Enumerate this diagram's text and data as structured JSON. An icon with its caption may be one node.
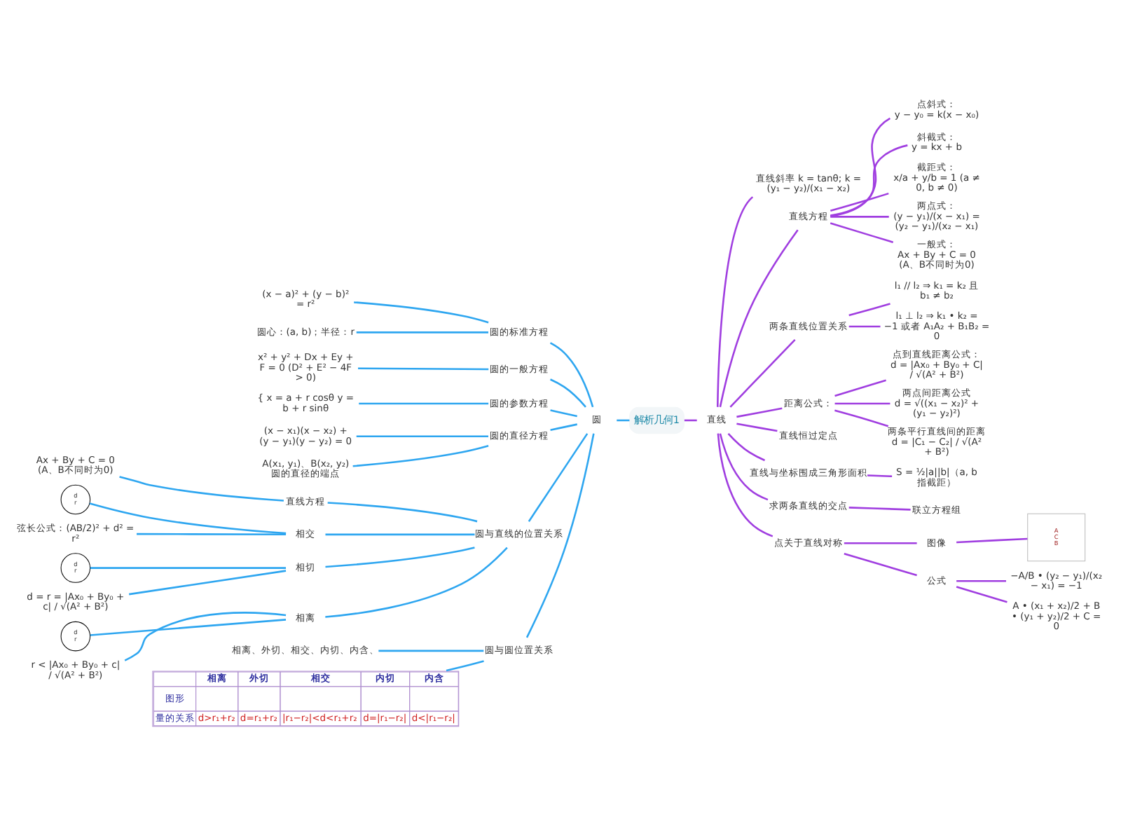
{
  "diagram": {
    "nodes": [
      {
        "text": [
          "解析几何1"
        ]
      },
      {
        "text": [
          "圆"
        ]
      },
      {
        "text": [
          "圆的标准方程"
        ]
      },
      {
        "text": [
          "(x − a)² + (y − b)² = r²"
        ]
      },
      {
        "text": [
          "圆心：(a, b)；半径：r"
        ]
      },
      {
        "text": [
          "圆的一般方程"
        ]
      },
      {
        "text": [
          "x² + y² + Dx + Ey + F = 0 (D² + E² − 4F > 0)"
        ]
      },
      {
        "text": [
          "圆的参数方程"
        ]
      },
      {
        "text": [
          "{ x = a + r cosθ y = b + r sinθ"
        ]
      },
      {
        "text": [
          "圆的直径方程"
        ]
      },
      {
        "text": [
          "(x − x₁)(x − x₂) + (y − y₁)(y − y₂) = 0"
        ]
      },
      {
        "text": [
          "A(x₁, y₁)、B(x₂, y₂)",
          "圆的直径的端点"
        ]
      },
      {
        "text": [
          "圆与直线的位置关系"
        ]
      },
      {
        "text": [
          "直线方程"
        ]
      },
      {
        "text": [
          "Ax + By + C = 0 (A、B不同时为0)"
        ]
      },
      {
        "text": [
          "相交"
        ]
      },
      {
        "text": [
          "d",
          "r"
        ]
      },
      {
        "text": [
          "弦长公式：(AB/2)² + d² = r²"
        ]
      },
      {
        "text": [
          "相切"
        ]
      },
      {
        "text": [
          "d",
          "r"
        ]
      },
      {
        "text": [
          "d = r = |Ax₀ + By₀ + c| / √(A² + B²)"
        ]
      },
      {
        "text": [
          "相离"
        ]
      },
      {
        "text": [
          "d",
          "r"
        ]
      },
      {
        "text": [
          "r < |Ax₀ + By₀ + c| / √(A² + B²)"
        ]
      },
      {
        "text": [
          "圆与圆位置关系"
        ]
      },
      {
        "text": [
          "相离、外切、相交、内切、内含、"
        ]
      },
      {
        "text": [
          "相离",
          "外切",
          "相交",
          "内切",
          "内含",
          "图形",
          "量的关系",
          "d>r₁+r₂",
          "d=r₁+r₂",
          "|r₁−r₂|<d<r₁+r₂",
          "d=|r₁−r₂|",
          "d<|r₁−r₂|"
        ]
      },
      {
        "text": [
          "直线"
        ]
      },
      {
        "text": [
          "直线斜率 k = tanθ; k = (y₁ − y₂)/(x₁ − x₂)"
        ]
      },
      {
        "text": [
          "直线方程"
        ]
      },
      {
        "text": [
          "点斜式：",
          "y − y₀ = k(x − x₀)"
        ]
      },
      {
        "text": [
          "斜截式：",
          "y = kx + b"
        ]
      },
      {
        "text": [
          "截距式：",
          "x/a + y/b = 1 (a ≠ 0, b ≠ 0)"
        ]
      },
      {
        "text": [
          "两点式：",
          "(y − y₁)/(x − x₁) = (y₂ − y₁)/(x₂ − x₁)"
        ]
      },
      {
        "text": [
          "一般式：",
          "Ax + By + C = 0 (A、B不同时为0)"
        ]
      },
      {
        "text": [
          "两条直线位置关系"
        ]
      },
      {
        "text": [
          "l₁ // l₂ ⇒ k₁ = k₂ 且 b₁ ≠ b₂"
        ]
      },
      {
        "text": [
          "l₁ ⊥ l₂ ⇒ k₁ • k₂ = −1 或者 A₁A₂ + B₁B₂ = 0"
        ]
      },
      {
        "text": [
          "距离公式："
        ]
      },
      {
        "text": [
          "点到直线距离公式：",
          "d = |Ax₀ + By₀ + C| / √(A² + B²)"
        ]
      },
      {
        "text": [
          "两点间距离公式",
          "d = √((x₁ − x₂)² + (y₁ − y₂)²)"
        ]
      },
      {
        "text": [
          "两条平行直线间的距离",
          "d = |C₁ − C₂| / √(A² + B²)"
        ]
      },
      {
        "text": [
          "直线恒过定点"
        ]
      },
      {
        "text": [
          "直线与坐标围成三角形面积"
        ]
      },
      {
        "text": [
          "S = ½|a||b|（a, b 指截距）"
        ]
      },
      {
        "text": [
          "求两条直线的交点"
        ]
      },
      {
        "text": [
          "联立方程组"
        ]
      },
      {
        "text": [
          "点关于直线对称"
        ]
      },
      {
        "text": [
          "图像"
        ]
      },
      {
        "text": [
          "A",
          "C",
          "B"
        ]
      },
      {
        "text": [
          "公式"
        ]
      },
      {
        "text": [
          "−A/B • (y₂ − y₁)/(x₂ − x₁) = −1"
        ]
      },
      {
        "text": [
          "A • (x₁ + x₂)/2 + B • (y₁ + y₂)/2 + C = 0"
        ]
      }
    ],
    "edges": [
      {
        "from": 0,
        "to": 1,
        "arrow": "none",
        "color": "#2ea6f0"
      },
      {
        "from": 1,
        "to": 2,
        "arrow": "none",
        "color": "#2ea6f0"
      },
      {
        "from": 2,
        "to": 3,
        "arrow": "none",
        "color": "#2ea6f0"
      },
      {
        "from": 2,
        "to": 4,
        "arrow": "none",
        "color": "#2ea6f0"
      },
      {
        "from": 1,
        "to": 5,
        "arrow": "none",
        "color": "#2ea6f0"
      },
      {
        "from": 5,
        "to": 6,
        "arrow": "none",
        "color": "#2ea6f0"
      },
      {
        "from": 1,
        "to": 7,
        "arrow": "none",
        "color": "#2ea6f0"
      },
      {
        "from": 7,
        "to": 8,
        "arrow": "none",
        "color": "#2ea6f0"
      },
      {
        "from": 1,
        "to": 9,
        "arrow": "none",
        "color": "#2ea6f0"
      },
      {
        "from": 9,
        "to": 10,
        "arrow": "none",
        "color": "#2ea6f0"
      },
      {
        "from": 9,
        "to": 11,
        "arrow": "none",
        "color": "#2ea6f0"
      },
      {
        "from": 1,
        "to": 12,
        "arrow": "none",
        "color": "#2ea6f0"
      },
      {
        "from": 12,
        "to": 13,
        "arrow": "none",
        "color": "#2ea6f0"
      },
      {
        "from": 13,
        "to": 14,
        "arrow": "none",
        "color": "#2ea6f0"
      },
      {
        "from": 12,
        "to": 15,
        "arrow": "none",
        "color": "#2ea6f0"
      },
      {
        "from": 15,
        "to": 16,
        "arrow": "none",
        "color": "#2ea6f0"
      },
      {
        "from": 15,
        "to": 17,
        "arrow": "none",
        "color": "#2ea6f0"
      },
      {
        "from": 12,
        "to": 18,
        "arrow": "none",
        "color": "#2ea6f0"
      },
      {
        "from": 18,
        "to": 19,
        "arrow": "none",
        "color": "#2ea6f0"
      },
      {
        "from": 18,
        "to": 20,
        "arrow": "none",
        "color": "#2ea6f0"
      },
      {
        "from": 12,
        "to": 21,
        "arrow": "none",
        "color": "#2ea6f0"
      },
      {
        "from": 21,
        "to": 22,
        "arrow": "none",
        "color": "#2ea6f0"
      },
      {
        "from": 21,
        "to": 23,
        "arrow": "none",
        "color": "#2ea6f0"
      },
      {
        "from": 1,
        "to": 24,
        "arrow": "none",
        "color": "#2ea6f0"
      },
      {
        "from": 24,
        "to": 25,
        "arrow": "none",
        "color": "#2ea6f0"
      },
      {
        "from": 24,
        "to": 26,
        "arrow": "none",
        "color": "#2ea6f0"
      },
      {
        "from": 0,
        "to": 27,
        "arrow": "none",
        "color": "#a03ee0"
      },
      {
        "from": 27,
        "to": 28,
        "arrow": "none",
        "color": "#a03ee0"
      },
      {
        "from": 27,
        "to": 29,
        "arrow": "none",
        "color": "#a03ee0"
      },
      {
        "from": 29,
        "to": 30,
        "arrow": "none",
        "color": "#a03ee0"
      },
      {
        "from": 29,
        "to": 31,
        "arrow": "none",
        "color": "#a03ee0"
      },
      {
        "from": 29,
        "to": 32,
        "arrow": "none",
        "color": "#a03ee0"
      },
      {
        "from": 29,
        "to": 33,
        "arrow": "none",
        "color": "#a03ee0"
      },
      {
        "from": 29,
        "to": 34,
        "arrow": "none",
        "color": "#a03ee0"
      },
      {
        "from": 27,
        "to": 35,
        "arrow": "none",
        "color": "#a03ee0"
      },
      {
        "from": 35,
        "to": 36,
        "arrow": "none",
        "color": "#a03ee0"
      },
      {
        "from": 35,
        "to": 37,
        "arrow": "none",
        "color": "#a03ee0"
      },
      {
        "from": 27,
        "to": 38,
        "arrow": "none",
        "color": "#a03ee0"
      },
      {
        "from": 38,
        "to": 39,
        "arrow": "none",
        "color": "#a03ee0"
      },
      {
        "from": 38,
        "to": 40,
        "arrow": "none",
        "color": "#a03ee0"
      },
      {
        "from": 38,
        "to": 41,
        "arrow": "none",
        "color": "#a03ee0"
      },
      {
        "from": 27,
        "to": 42,
        "arrow": "none",
        "color": "#a03ee0"
      },
      {
        "from": 27,
        "to": 43,
        "arrow": "none",
        "color": "#a03ee0"
      },
      {
        "from": 43,
        "to": 44,
        "arrow": "none",
        "color": "#a03ee0"
      },
      {
        "from": 27,
        "to": 45,
        "arrow": "none",
        "color": "#a03ee0"
      },
      {
        "from": 45,
        "to": 46,
        "arrow": "none",
        "color": "#a03ee0"
      },
      {
        "from": 27,
        "to": 47,
        "arrow": "none",
        "color": "#a03ee0"
      },
      {
        "from": 47,
        "to": 48,
        "arrow": "none",
        "color": "#a03ee0"
      },
      {
        "from": 48,
        "to": 49,
        "arrow": "none",
        "color": "#a03ee0"
      },
      {
        "from": 47,
        "to": 50,
        "arrow": "none",
        "color": "#a03ee0"
      },
      {
        "from": 50,
        "to": 51,
        "arrow": "none",
        "color": "#a03ee0"
      },
      {
        "from": 50,
        "to": 52,
        "arrow": "none",
        "color": "#a03ee0"
      }
    ]
  }
}
